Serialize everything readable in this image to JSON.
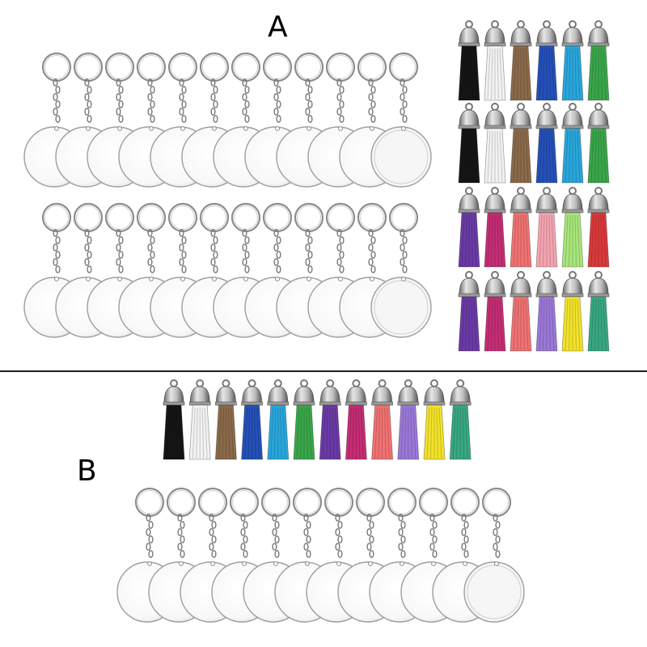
{
  "labels": {
    "a": "A",
    "b": "B"
  },
  "tassel_colors": {
    "black": "#151515",
    "white": "#f2f2f2",
    "brown": "#8a6a4a",
    "blue": "#2450b8",
    "sky": "#29a6dc",
    "green": "#3aa64a",
    "purple": "#6a3aa6",
    "magenta": "#c42d74",
    "salmon": "#f07272",
    "pink": "#f3a4b0",
    "lime": "#a8e57a",
    "red": "#d93a3a",
    "lavender": "#9a78d8",
    "yellow": "#f2e22a",
    "teal": "#38a882"
  },
  "panel_a": {
    "keychain_rows": [
      12,
      12
    ],
    "tassel_grid": [
      [
        "black",
        "white",
        "brown",
        "blue",
        "sky",
        "green"
      ],
      [
        "black",
        "white",
        "brown",
        "blue",
        "sky",
        "green"
      ],
      [
        "purple",
        "magenta",
        "salmon",
        "pink",
        "lime",
        "red"
      ],
      [
        "purple",
        "magenta",
        "salmon",
        "lavender",
        "yellow",
        "teal"
      ]
    ]
  },
  "panel_b": {
    "keychain_count": 12,
    "tassel_row": [
      "black",
      "white",
      "brown",
      "blue",
      "sky",
      "green",
      "purple",
      "magenta",
      "salmon",
      "lavender",
      "yellow",
      "teal"
    ]
  }
}
